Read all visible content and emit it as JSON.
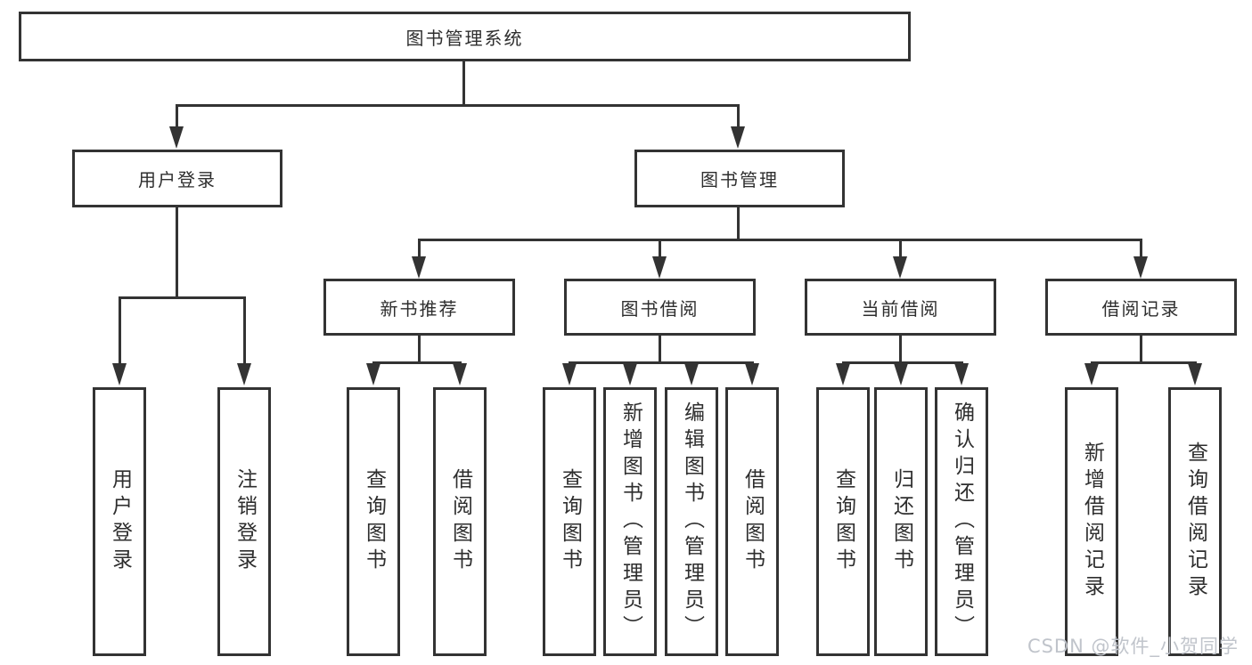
{
  "tree": {
    "root": {
      "label": "图书管理系统"
    },
    "level1": [
      {
        "label": "用户登录",
        "children": [
          {
            "label": "用户登录"
          },
          {
            "label": "注销登录"
          }
        ]
      },
      {
        "label": "图书管理",
        "children": [
          {
            "label": "新书推荐",
            "children": [
              {
                "label": "查询图书"
              },
              {
                "label": "借阅图书"
              }
            ]
          },
          {
            "label": "图书借阅",
            "children": [
              {
                "label": "查询图书"
              },
              {
                "label": "新增图书（管理员）"
              },
              {
                "label": "编辑图书（管理员）"
              },
              {
                "label": "借阅图书"
              }
            ]
          },
          {
            "label": "当前借阅",
            "children": [
              {
                "label": "查询图书"
              },
              {
                "label": "归还图书"
              },
              {
                "label": "确认归还（管理员）"
              }
            ]
          },
          {
            "label": "借阅记录",
            "children": [
              {
                "label": "新增借阅记录"
              },
              {
                "label": "查询借阅记录"
              }
            ]
          }
        ]
      }
    ]
  },
  "watermark": {
    "text": "CSDN @软件_小贺同学"
  },
  "colors": {
    "line": "#333333",
    "text": "#2e2e2e",
    "watermark": "#c0c4cb",
    "background": "#ffffff"
  }
}
